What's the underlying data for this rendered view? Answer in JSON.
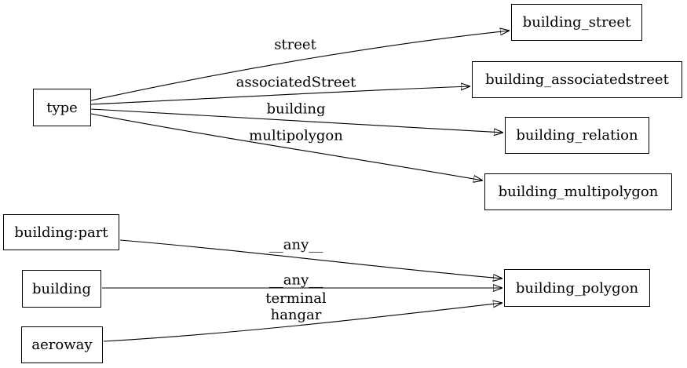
{
  "diagram": {
    "background_color": "#ffffff",
    "stroke_color": "#000000",
    "nodes": [
      {
        "id": "type",
        "label": "type"
      },
      {
        "id": "building_street",
        "label": "building_street"
      },
      {
        "id": "building_associatedstreet",
        "label": "building_associatedstreet"
      },
      {
        "id": "building_relation",
        "label": "building_relation"
      },
      {
        "id": "building_multipolygon",
        "label": "building_multipolygon"
      },
      {
        "id": "building-part",
        "label": "building:part"
      },
      {
        "id": "building",
        "label": "building"
      },
      {
        "id": "aeroway",
        "label": "aeroway"
      },
      {
        "id": "building_polygon",
        "label": "building_polygon"
      }
    ],
    "edges": [
      {
        "from": "type",
        "to": "building_street",
        "label": "street"
      },
      {
        "from": "type",
        "to": "building_associatedstreet",
        "label": "associatedStreet"
      },
      {
        "from": "type",
        "to": "building_relation",
        "label": "building"
      },
      {
        "from": "type",
        "to": "building_multipolygon",
        "label": "multipolygon"
      },
      {
        "from": "building:part",
        "to": "building_polygon",
        "label": "__any__"
      },
      {
        "from": "building",
        "to": "building_polygon",
        "label": "__any__"
      },
      {
        "from": "aeroway",
        "to": "building_polygon",
        "label_lines": [
          "terminal",
          "hangar"
        ]
      }
    ]
  }
}
